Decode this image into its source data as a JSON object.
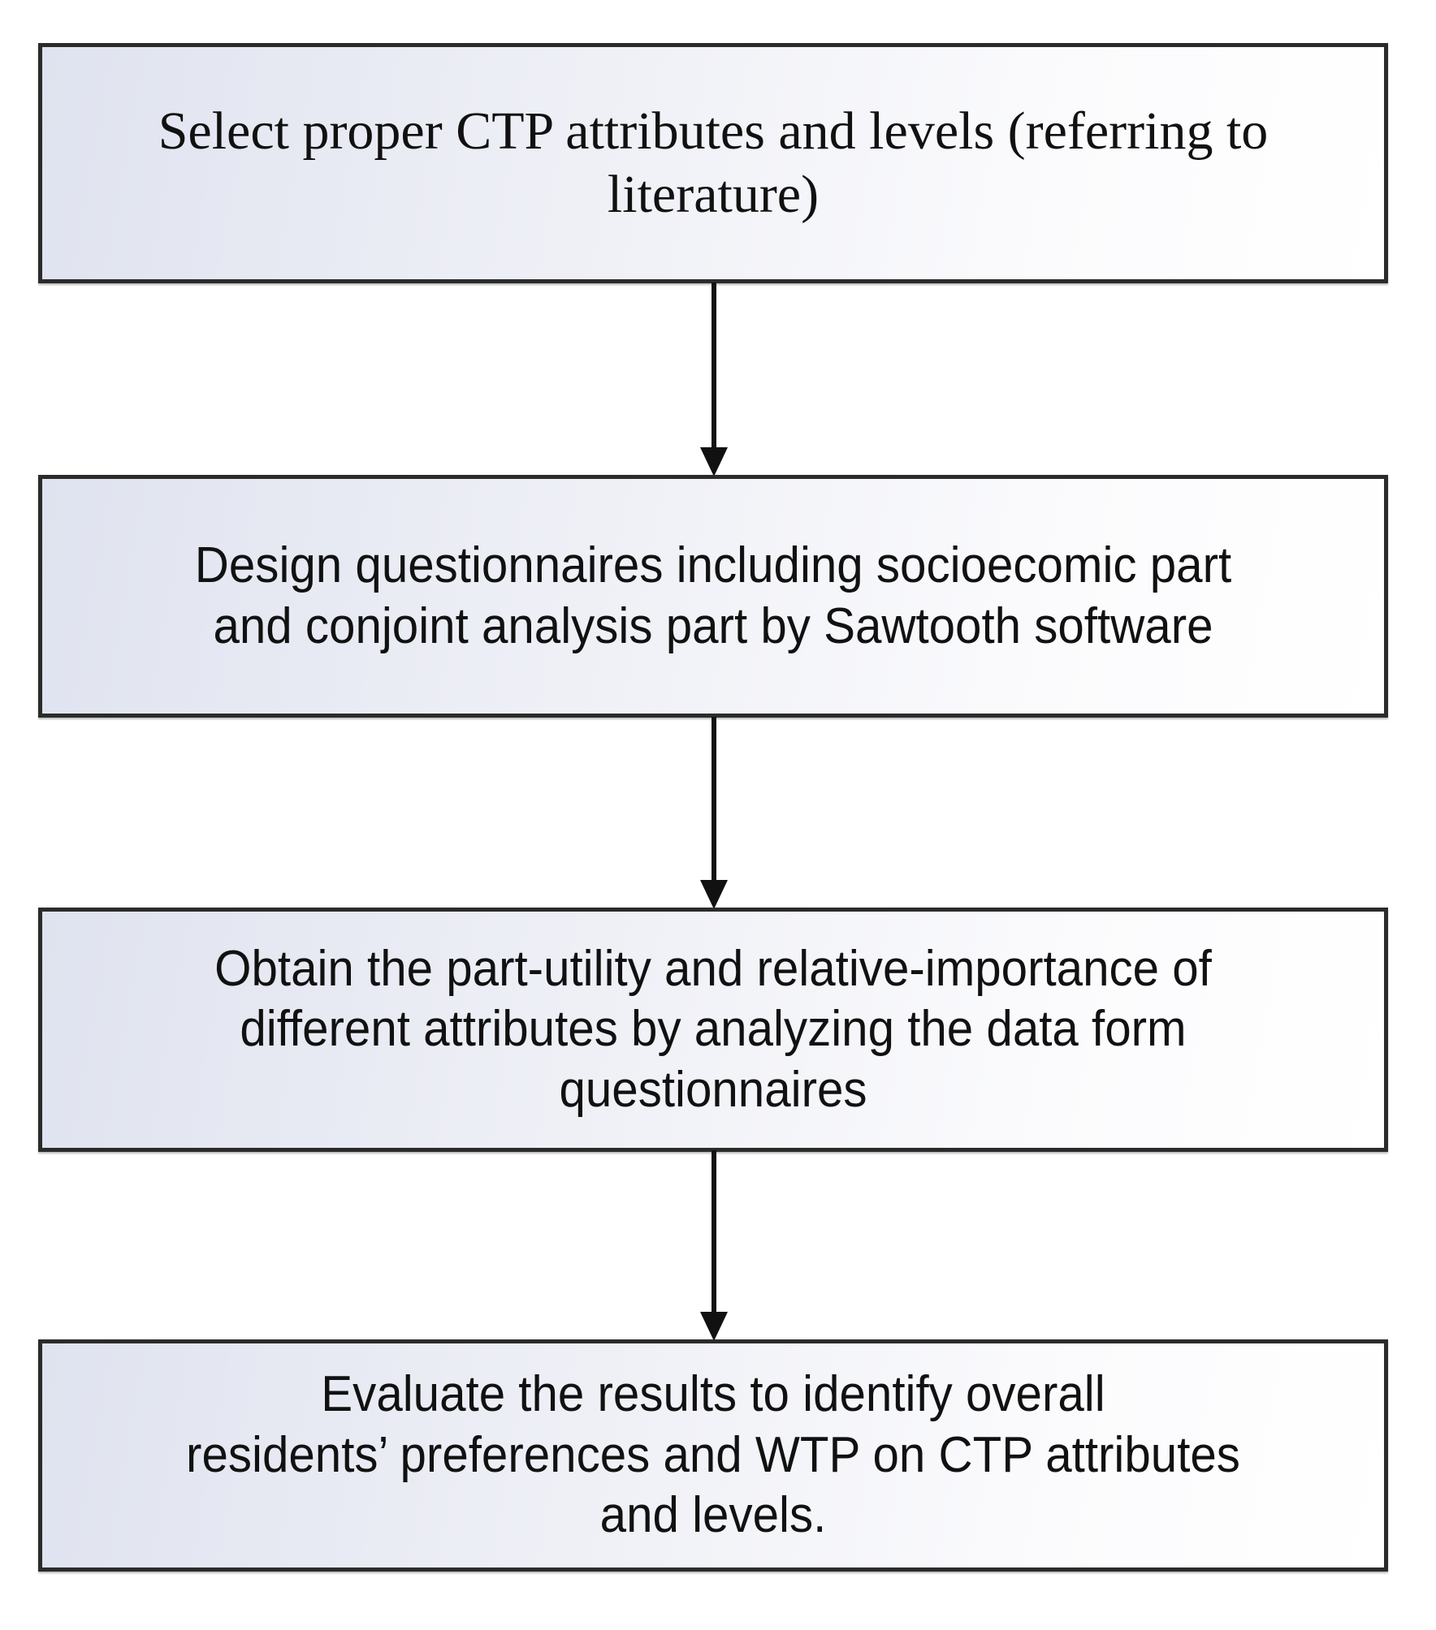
{
  "diagram": {
    "title": "CTP conjoint analysis methodology flowchart",
    "orientation": "vertical-top-to-bottom",
    "colors": {
      "box_border": "#2b2b2b",
      "box_fill_start": "#dfe3ef",
      "box_fill_end": "#ffffff",
      "text": "#111111",
      "arrow": "#111111",
      "page_background": "#ffffff"
    },
    "nodes": [
      {
        "id": "step-1",
        "order": 1,
        "text": "Select proper CTP attributes and levels (referring to\nliterature)",
        "lines": [
          "Select proper CTP attributes and levels (referring to",
          "literature)"
        ],
        "font_style": "serif"
      },
      {
        "id": "step-2",
        "order": 2,
        "text": "Design questionnaires including socioecomic part\nand conjoint analysis part by Sawtooth software",
        "lines": [
          "Design questionnaires including socioecomic part",
          "and conjoint analysis part by Sawtooth software"
        ],
        "font_style": "sans"
      },
      {
        "id": "step-3",
        "order": 3,
        "text": "Obtain the part-utility and relative-importance of\ndifferent attributes by analyzing the data form\nquestionnaires",
        "lines": [
          "Obtain the part-utility and relative-importance of",
          "different attributes by analyzing the data form",
          "questionnaires"
        ],
        "font_style": "sans"
      },
      {
        "id": "step-4",
        "order": 4,
        "text": "Evaluate the results to identify overall\nresidents’  preferences and WTP on CTP attributes\nand levels.",
        "lines": [
          "Evaluate the results to identify overall",
          "residents’  preferences and WTP on CTP attributes",
          "and levels."
        ],
        "font_style": "sans"
      }
    ],
    "connectors": [
      {
        "id": "arrow-1",
        "from": "step-1",
        "to": "step-2",
        "type": "down-arrow"
      },
      {
        "id": "arrow-2",
        "from": "step-2",
        "to": "step-3",
        "type": "down-arrow"
      },
      {
        "id": "arrow-3",
        "from": "step-3",
        "to": "step-4",
        "type": "down-arrow"
      }
    ]
  }
}
